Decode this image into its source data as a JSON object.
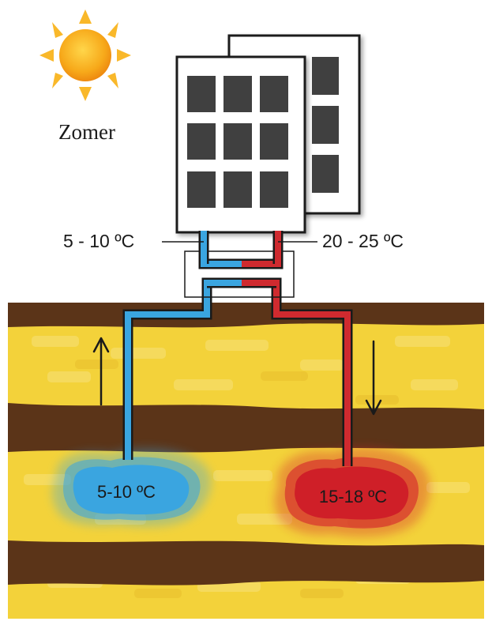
{
  "season": "Zomer",
  "building": {
    "inlet_temp": "5 - 10 ºC",
    "outlet_temp": "20 - 25 ºC"
  },
  "reservoirs": {
    "cold": {
      "temp": "5-10 ºC",
      "color": "#3aa5e0"
    },
    "warm": {
      "temp": "15-18 ºC",
      "color": "#d4232d"
    }
  },
  "flow_arrows": {
    "cold_well": "up-arrow",
    "warm_well": "down-arrow"
  },
  "colors": {
    "cold_pipe": "#3aa5e0",
    "warm_pipe": "#cf2a2f",
    "soil_yellow": "#f3d23a",
    "soil_brown": "#5b3418",
    "sun": "#f7a91a"
  }
}
